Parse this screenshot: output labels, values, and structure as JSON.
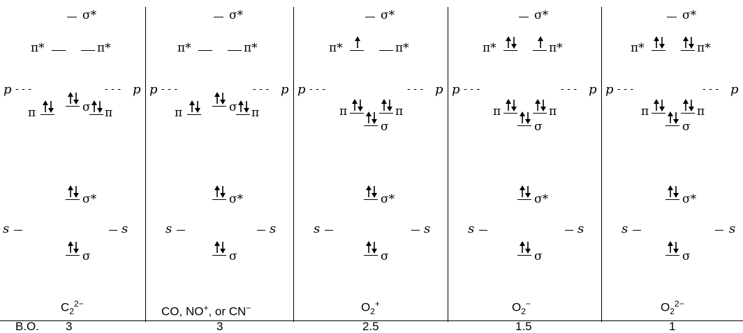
{
  "labels": {
    "sigma": "σ",
    "sigma_star": "σ*",
    "pi": "π",
    "pi_star": "π*",
    "p": "p",
    "s": "s",
    "bo_label": "B.O."
  },
  "columns": [
    {
      "species": {
        "base": "C",
        "sub": "2",
        "sup": "2−"
      },
      "bond_order": "3",
      "electrons": {
        "sigma_s": 2,
        "sigma_star_s": 2,
        "pi": [
          2,
          2
        ],
        "sigma_p": 2,
        "pi_star": [
          0,
          0
        ],
        "sigma_star_p": 0
      },
      "layout": "pi_below_sigma"
    },
    {
      "species": {
        "text": "CO, NO",
        "sup1": "+",
        "mid": ", or CN",
        "sup2": "−"
      },
      "bond_order": "3",
      "electrons": {
        "sigma_s": 2,
        "sigma_star_s": 2,
        "pi": [
          2,
          2
        ],
        "sigma_p": 2,
        "pi_star": [
          0,
          0
        ],
        "sigma_star_p": 0
      },
      "layout": "pi_below_sigma"
    },
    {
      "species": {
        "base": "O",
        "sub": "2",
        "sup": "+"
      },
      "bond_order": "2.5",
      "electrons": {
        "sigma_s": 2,
        "sigma_star_s": 2,
        "pi": [
          2,
          2
        ],
        "sigma_p": 2,
        "pi_star": [
          1,
          0
        ],
        "sigma_star_p": 0
      },
      "layout": "sigma_below_pi"
    },
    {
      "species": {
        "base": "O",
        "sub": "2",
        "sup": "−"
      },
      "bond_order": "1.5",
      "electrons": {
        "sigma_s": 2,
        "sigma_star_s": 2,
        "pi": [
          2,
          2
        ],
        "sigma_p": 2,
        "pi_star": [
          2,
          1
        ],
        "sigma_star_p": 0
      },
      "layout": "sigma_below_pi"
    },
    {
      "species": {
        "base": "O",
        "sub": "2",
        "sup": "2−"
      },
      "bond_order": "1",
      "electrons": {
        "sigma_s": 2,
        "sigma_star_s": 2,
        "pi": [
          2,
          2
        ],
        "sigma_p": 2,
        "pi_star": [
          2,
          2
        ],
        "sigma_star_p": 0
      },
      "layout": "sigma_below_pi"
    }
  ]
}
